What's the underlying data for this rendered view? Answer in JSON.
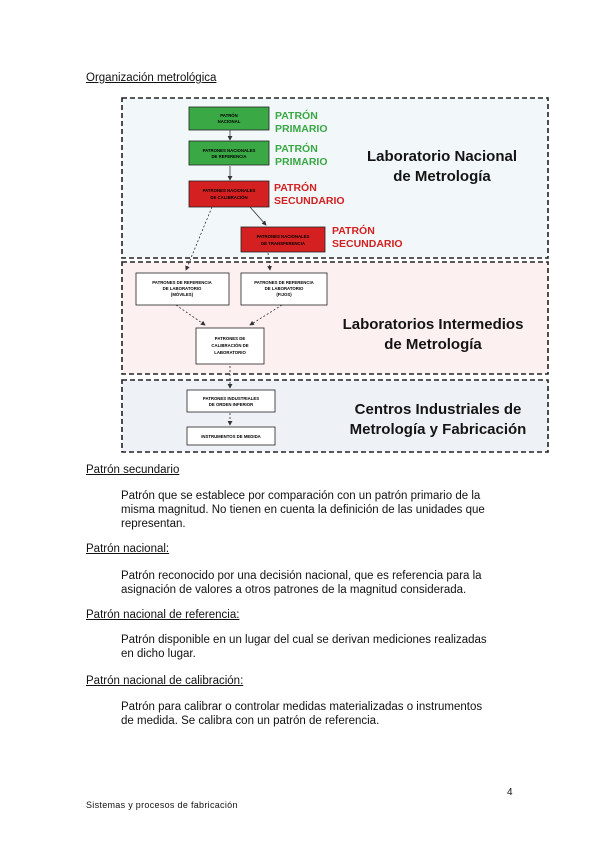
{
  "title": "Organización metrológica",
  "diagram": {
    "region_titles": {
      "nacional": [
        "Laboratorio Nacional",
        "de Metrología"
      ],
      "intermedios": [
        "Laboratorios Intermedios",
        "de Metrología"
      ],
      "industriales": [
        "Centros Industriales de",
        "Metrología y Fabricación"
      ]
    },
    "boxes": {
      "patron_nacional": [
        "PATRÓN",
        "NACIONAL"
      ],
      "nacionales_referencia": [
        "PATRONES NACIONALES",
        "DE REFERENCIA"
      ],
      "nacionales_calibracion": [
        "PATRONES NACIONALES",
        "DE CALIBRACIÓN"
      ],
      "nacionales_transferencia": [
        "PATRONES NACIONALES",
        "DE TRANSFERENCIA"
      ],
      "referencia_moviles": [
        "PATRONES DE REFERENCIA",
        "DE LABORATORIO",
        "(MÓVILES)"
      ],
      "referencia_fijos": [
        "PATRONES DE REFERENCIA",
        "DE LABORATORIO",
        "(FIJOS)"
      ],
      "calibracion_laboratorio": [
        "PATRONES DE",
        "CALIBRACIÓN DE",
        "LABORATORIO"
      ],
      "industriales": [
        "PATRONES INDUSTRIALES",
        "DE ORDEN INFERIOR"
      ],
      "instrumentos": [
        "INSTRUMENTOS DE MEDIDA"
      ]
    },
    "labels": {
      "primario_1": [
        "PATRÓN",
        "PRIMARIO"
      ],
      "primario_2": [
        "PATRÓN",
        "PRIMARIO"
      ],
      "secundario_1": [
        "PATRÓN",
        "SECUNDARIO"
      ],
      "secundario_2": [
        "PATRÓN",
        "SECUNDARIO"
      ]
    },
    "colors": {
      "green": "#3aa845",
      "red": "#d42020",
      "nacional_bg": "#f2f8fa",
      "intermedios_bg": "#fdf0f0",
      "industriales_bg": "#eef2f6"
    }
  },
  "sections": [
    {
      "heading": "Patrón secundario",
      "lines": [
        "Patrón que se establece por comparación con un patrón primario de la",
        "misma magnitud. No tienen en cuenta la definición de las unidades que",
        "representan."
      ]
    },
    {
      "heading": "Patrón nacional:",
      "lines": [
        "Patrón reconocido por una decisión nacional, que es referencia para la",
        "asignación de valores a otros patrones de la magnitud considerada."
      ]
    },
    {
      "heading": "Patrón nacional de referencia:",
      "lines": [
        "Patrón disponible en un lugar del cual se derivan mediciones realizadas",
        "en dicho lugar."
      ]
    },
    {
      "heading": "Patrón nacional de calibración:",
      "lines": [
        "Patrón para calibrar o controlar medidas materializadas o instrumentos",
        "de medida. Se calibra con un patrón de referencia."
      ]
    }
  ],
  "page_number": "4",
  "footer": "Sistemas y procesos de fabricación"
}
